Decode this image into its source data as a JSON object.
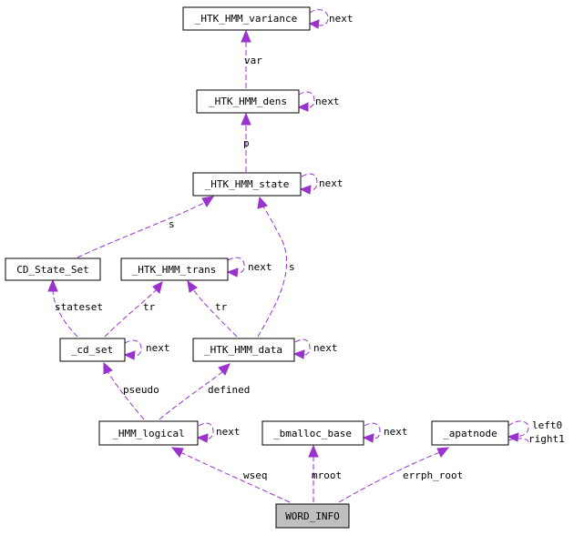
{
  "nodes": {
    "htk_hmm_variance": "_HTK_HMM_variance",
    "htk_hmm_dens": "_HTK_HMM_dens",
    "htk_hmm_state": "_HTK_HMM_state",
    "cd_state_set": "CD_State_Set",
    "htk_hmm_trans": "_HTK_HMM_trans",
    "cd_set": "_cd_set",
    "htk_hmm_data": "_HTK_HMM_data",
    "hmm_logical": "_HMM_logical",
    "bmalloc_base": "_bmalloc_base",
    "apatnode": "_apatnode",
    "word_info": "WORD_INFO"
  },
  "edges": {
    "variance_next": "next",
    "dens_var": "var",
    "dens_next": "next",
    "state_p": "p",
    "state_next": "next",
    "cdstate_s": "s",
    "trans_next": "next",
    "data_s": "s",
    "cdset_stateset": "stateset",
    "cdset_tr": "tr",
    "cdset_next": "next",
    "data_tr": "tr",
    "data_next": "next",
    "logical_pseudo": "pseudo",
    "logical_defined": "defined",
    "logical_next": "next",
    "bmalloc_next": "next",
    "apat_left": "left0",
    "apat_right": "right1",
    "word_wseq": "wseq",
    "word_mroot": "mroot",
    "word_errph": "errph_root"
  },
  "colors": {
    "edge": "#9a32cd",
    "root_fill": "#bfbfbf"
  }
}
